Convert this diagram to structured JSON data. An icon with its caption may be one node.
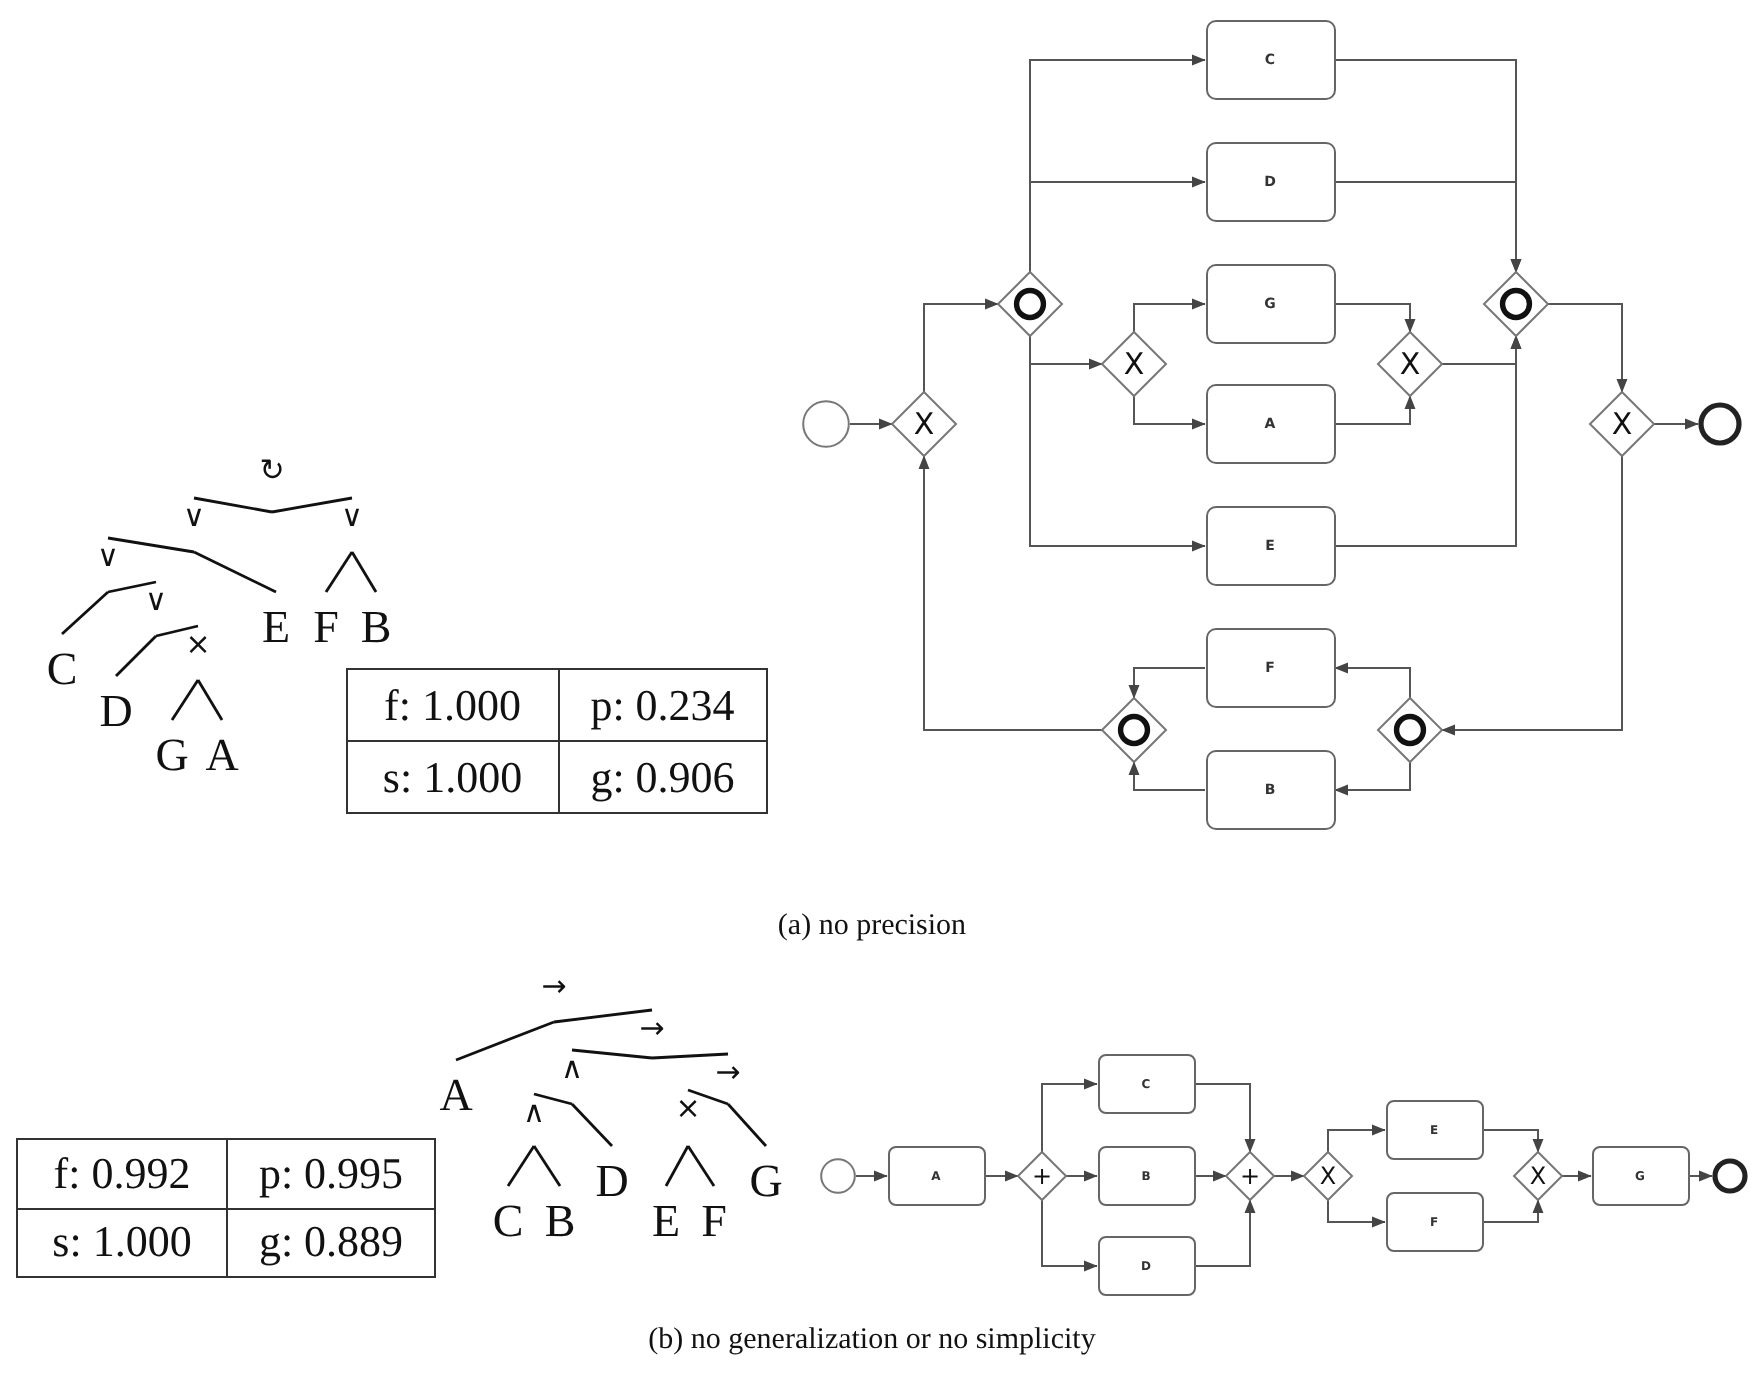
{
  "diagram": {
    "nodes": [
      {
        "text": [
          "↻"
        ]
      },
      {
        "text": [
          "∨"
        ]
      },
      {
        "text": [
          "∨"
        ]
      },
      {
        "text": [
          "∨"
        ]
      },
      {
        "text": [
          "E"
        ]
      },
      {
        "text": [
          "F"
        ]
      },
      {
        "text": [
          "B"
        ]
      },
      {
        "text": [
          "C"
        ]
      },
      {
        "text": [
          "∨"
        ]
      },
      {
        "text": [
          "D"
        ]
      },
      {
        "text": [
          "×"
        ]
      },
      {
        "text": [
          "G"
        ]
      },
      {
        "text": [
          "A"
        ]
      },
      {
        "text": [],
        "shape": "circle"
      },
      {
        "text": [
          "X"
        ]
      },
      {
        "text": [],
        "shape": "diamond"
      },
      {
        "text": [
          "C"
        ]
      },
      {
        "text": [
          "D"
        ]
      },
      {
        "text": [
          "X"
        ]
      },
      {
        "text": [
          "G"
        ]
      },
      {
        "text": [
          "A"
        ]
      },
      {
        "text": [
          "E"
        ]
      },
      {
        "text": [
          "X"
        ]
      },
      {
        "text": [],
        "shape": "diamond"
      },
      {
        "text": [
          "X"
        ]
      },
      {
        "text": [],
        "shape": "circle"
      },
      {
        "text": [
          "F"
        ]
      },
      {
        "text": [
          "B"
        ]
      },
      {
        "text": [],
        "shape": "diamond"
      },
      {
        "text": [],
        "shape": "diamond"
      },
      {
        "text": [
          "→"
        ]
      },
      {
        "text": [
          "A"
        ]
      },
      {
        "text": [
          "→"
        ]
      },
      {
        "text": [
          "∧"
        ]
      },
      {
        "text": [
          "→"
        ]
      },
      {
        "text": [
          "∧"
        ]
      },
      {
        "text": [
          "D"
        ]
      },
      {
        "text": [
          "C"
        ]
      },
      {
        "text": [
          "B"
        ]
      },
      {
        "text": [
          "×"
        ]
      },
      {
        "text": [
          "E"
        ]
      },
      {
        "text": [
          "F"
        ]
      },
      {
        "text": [
          "G"
        ]
      },
      {
        "text": [],
        "shape": "circle"
      },
      {
        "text": [
          "A"
        ]
      },
      {
        "text": [
          "+"
        ]
      },
      {
        "text": [
          "C"
        ]
      },
      {
        "text": [
          "B"
        ]
      },
      {
        "text": [
          "D"
        ]
      },
      {
        "text": [
          "+"
        ]
      },
      {
        "text": [
          "X"
        ]
      },
      {
        "text": [
          "E"
        ]
      },
      {
        "text": [
          "F"
        ]
      },
      {
        "text": [
          "X"
        ]
      },
      {
        "text": [
          "G"
        ]
      },
      {
        "text": [],
        "shape": "circle"
      }
    ],
    "edges": [
      {
        "from": 0,
        "to": 1,
        "arrow": "none"
      },
      {
        "from": 0,
        "to": 2,
        "arrow": "none"
      },
      {
        "from": 1,
        "to": 3,
        "arrow": "none"
      },
      {
        "from": 1,
        "to": 4,
        "arrow": "none"
      },
      {
        "from": 2,
        "to": 5,
        "arrow": "none"
      },
      {
        "from": 2,
        "to": 6,
        "arrow": "none"
      },
      {
        "from": 3,
        "to": 7,
        "arrow": "none"
      },
      {
        "from": 3,
        "to": 8,
        "arrow": "none"
      },
      {
        "from": 8,
        "to": 9,
        "arrow": "none"
      },
      {
        "from": 8,
        "to": 10,
        "arrow": "none"
      },
      {
        "from": 10,
        "to": 11,
        "arrow": "none"
      },
      {
        "from": 10,
        "to": 12,
        "arrow": "none"
      },
      {
        "from": 13,
        "to": 14,
        "arrow": "to"
      },
      {
        "from": 14,
        "to": 15,
        "arrow": "to"
      },
      {
        "from": 15,
        "to": 16,
        "arrow": "to"
      },
      {
        "from": 15,
        "to": 17,
        "arrow": "to"
      },
      {
        "from": 15,
        "to": 18,
        "arrow": "to"
      },
      {
        "from": 15,
        "to": 21,
        "arrow": "to"
      },
      {
        "from": 18,
        "to": 19,
        "arrow": "to"
      },
      {
        "from": 18,
        "to": 20,
        "arrow": "to"
      },
      {
        "from": 19,
        "to": 22,
        "arrow": "to"
      },
      {
        "from": 20,
        "to": 22,
        "arrow": "to"
      },
      {
        "from": 16,
        "to": 23,
        "arrow": "to"
      },
      {
        "from": 17,
        "to": 23,
        "arrow": "to"
      },
      {
        "from": 22,
        "to": 23,
        "arrow": "to"
      },
      {
        "from": 21,
        "to": 23,
        "arrow": "to"
      },
      {
        "from": 23,
        "to": 24,
        "arrow": "to"
      },
      {
        "from": 24,
        "to": 25,
        "arrow": "to"
      },
      {
        "from": 24,
        "to": 28,
        "arrow": "to"
      },
      {
        "from": 28,
        "to": 26,
        "arrow": "to"
      },
      {
        "from": 28,
        "to": 27,
        "arrow": "to"
      },
      {
        "from": 26,
        "to": 29,
        "arrow": "to"
      },
      {
        "from": 27,
        "to": 29,
        "arrow": "to"
      },
      {
        "from": 29,
        "to": 14,
        "arrow": "to"
      },
      {
        "from": 30,
        "to": 31,
        "arrow": "none"
      },
      {
        "from": 30,
        "to": 32,
        "arrow": "none"
      },
      {
        "from": 32,
        "to": 33,
        "arrow": "none"
      },
      {
        "from": 32,
        "to": 34,
        "arrow": "none"
      },
      {
        "from": 33,
        "to": 35,
        "arrow": "none"
      },
      {
        "from": 33,
        "to": 36,
        "arrow": "none"
      },
      {
        "from": 35,
        "to": 37,
        "arrow": "none"
      },
      {
        "from": 35,
        "to": 38,
        "arrow": "none"
      },
      {
        "from": 34,
        "to": 39,
        "arrow": "none"
      },
      {
        "from": 34,
        "to": 42,
        "arrow": "none"
      },
      {
        "from": 39,
        "to": 40,
        "arrow": "none"
      },
      {
        "from": 39,
        "to": 41,
        "arrow": "none"
      },
      {
        "from": 43,
        "to": 44,
        "arrow": "to"
      },
      {
        "from": 44,
        "to": 45,
        "arrow": "to"
      },
      {
        "from": 45,
        "to": 46,
        "arrow": "to"
      },
      {
        "from": 45,
        "to": 47,
        "arrow": "to"
      },
      {
        "from": 45,
        "to": 48,
        "arrow": "to"
      },
      {
        "from": 46,
        "to": 49,
        "arrow": "to"
      },
      {
        "from": 47,
        "to": 49,
        "arrow": "to"
      },
      {
        "from": 48,
        "to": 49,
        "arrow": "to"
      },
      {
        "from": 49,
        "to": 50,
        "arrow": "to"
      },
      {
        "from": 50,
        "to": 51,
        "arrow": "to"
      },
      {
        "from": 50,
        "to": 52,
        "arrow": "to"
      },
      {
        "from": 51,
        "to": 53,
        "arrow": "to"
      },
      {
        "from": 52,
        "to": 53,
        "arrow": "to"
      },
      {
        "from": 53,
        "to": 54,
        "arrow": "to"
      },
      {
        "from": 54,
        "to": 55,
        "arrow": "to"
      }
    ],
    "labels": [
      "f: 1.000",
      "p: 0.234",
      "s: 1.000",
      "g: 0.906",
      "(a) no precision",
      "f: 0.992",
      "p: 0.995",
      "s: 1.000",
      "g: 0.889",
      "(b) no generalization or no simplicity"
    ]
  }
}
